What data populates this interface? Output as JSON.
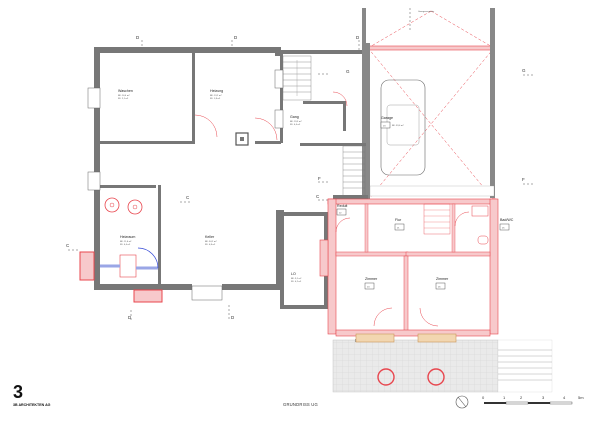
{
  "rooms": {
    "waschen": {
      "name": "Waschen",
      "line1": "BF: 16,4 m²",
      "line2": "FF: 2,1 m²"
    },
    "heizung": {
      "name": "Heizung",
      "line1": "BF: 13,2 m²",
      "line2": "FF: 1,8 m²"
    },
    "gang": {
      "name": "Gang",
      "line1": "BF: 19,3 m²",
      "line2": "FF: 0,4 m²"
    },
    "garage": {
      "name": "Garage",
      "code": "03",
      "line1": "BF: 33,0 m²"
    },
    "heizraum": {
      "name": "Heizraum",
      "line1": "BF: 11,6 m²",
      "line2": "FF: 0,4 m²"
    },
    "keller": {
      "name": "Keller",
      "line1": "BF: 34,2 m²",
      "line2": "FF: 0,8 m²"
    },
    "lo": {
      "name": "LO",
      "line1": "BF: 9,1 m²",
      "line2": "FF: 0,2 m²"
    },
    "reduit": {
      "name": "Reduit",
      "code": "02"
    },
    "flur": {
      "name": "Flur",
      "code": "01"
    },
    "badwc": {
      "name": "Bad/WC",
      "code": "05"
    },
    "zimmer1": {
      "name": "Zimmer",
      "code": "04"
    },
    "zimmer2": {
      "name": "Zimmer",
      "code": "06"
    }
  },
  "labels": {
    "garagenvorplatz": "Garagenvorplatz",
    "grundriss": "GRUNDRISS UG",
    "brand": "3B ARCHITEKTEN AG",
    "logo": "3"
  },
  "sections": {
    "g": "G",
    "f": "F",
    "c": "C",
    "d": "D"
  },
  "scale": {
    "ticks": [
      "0",
      "1",
      "2",
      "3",
      "4",
      "5m"
    ]
  },
  "colors": {
    "wall": "#777777",
    "new": "#e8464e",
    "newfill": "#f7c9cb",
    "paving": "#e6e6e6"
  }
}
